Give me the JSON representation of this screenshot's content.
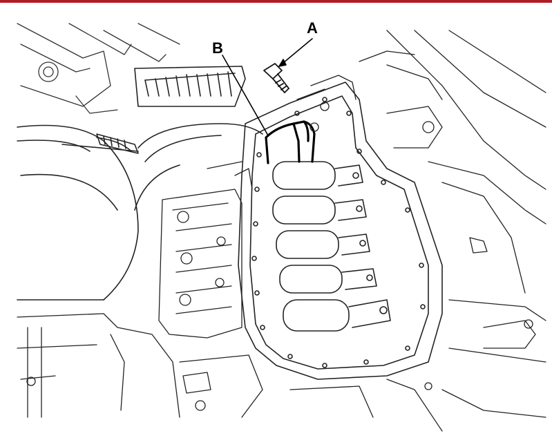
{
  "diagram": {
    "accent_rule_color": "#b01e23",
    "callouts": [
      {
        "id": "A",
        "label": "A"
      },
      {
        "id": "B",
        "label": "B"
      }
    ]
  }
}
